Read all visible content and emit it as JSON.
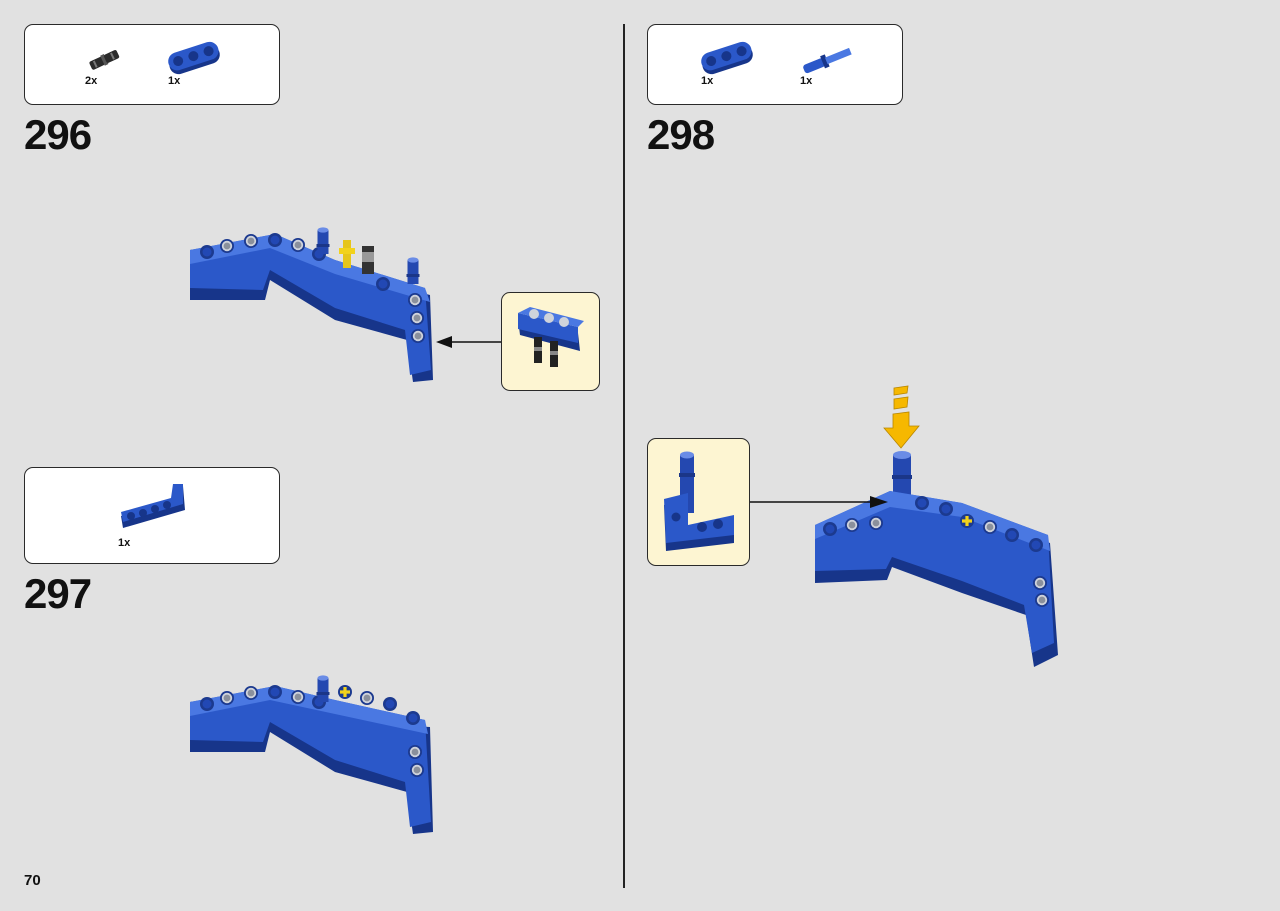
{
  "page": {
    "number": "70",
    "colors": {
      "background": "#e1e1e1",
      "brick_blue": "#2b58c9",
      "brick_blue_light": "#4a78e2",
      "brick_blue_dark": "#17358a",
      "arrow_yellow": "#f6b800",
      "callout_bg": "#fdf5d2"
    }
  },
  "steps": [
    {
      "number": "296",
      "parts": [
        {
          "qty": "2x",
          "icon": "friction-pin-black-icon"
        },
        {
          "qty": "1x",
          "icon": "beam-3-blue-icon"
        }
      ]
    },
    {
      "number": "297",
      "parts": [
        {
          "qty": "1x",
          "icon": "l-beam-blue-icon"
        }
      ]
    },
    {
      "number": "298",
      "parts": [
        {
          "qty": "1x",
          "icon": "beam-3-blue-icon"
        },
        {
          "qty": "1x",
          "icon": "axle-pin-blue-icon"
        }
      ]
    }
  ]
}
